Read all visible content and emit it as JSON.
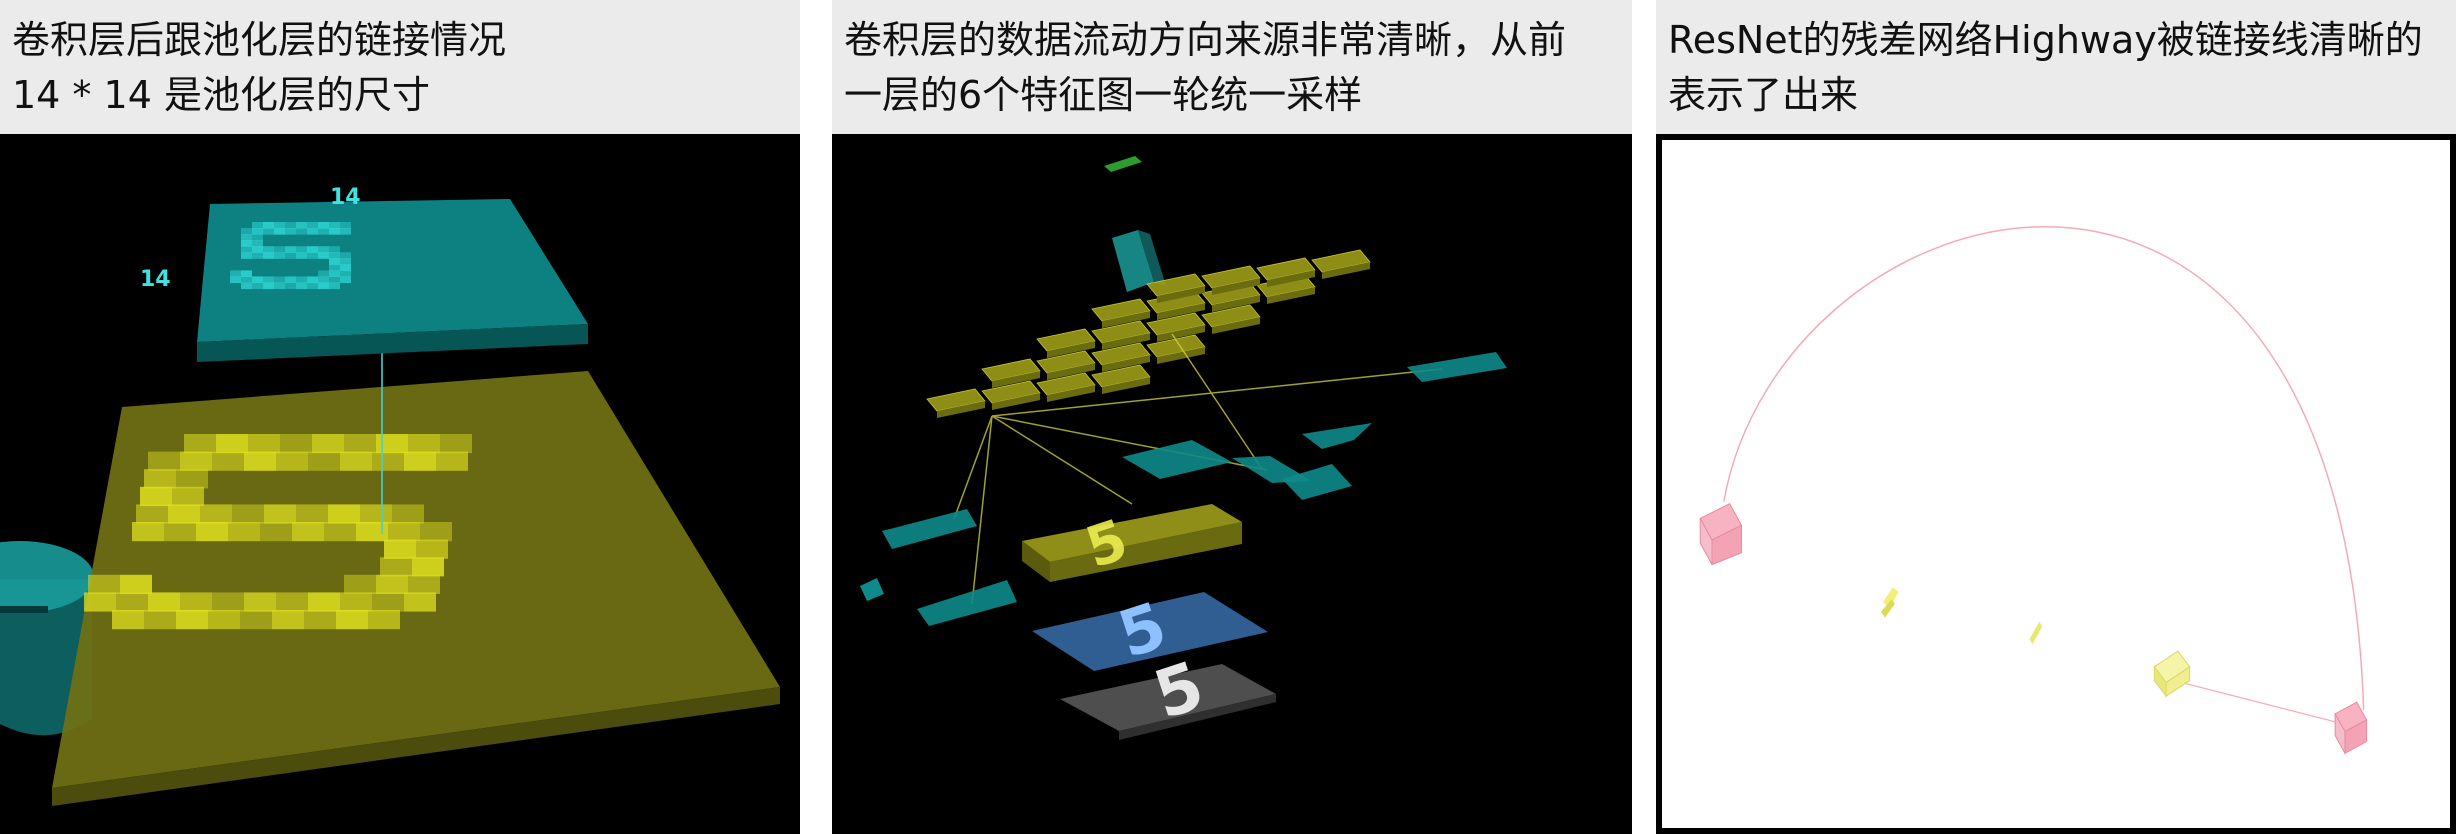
{
  "panels": [
    {
      "caption_lines": [
        "卷积层后跟池化层的链接情况",
        "14 * 14 是池化层的尺寸"
      ],
      "labels": {
        "top_dimension": "14",
        "side_dimension": "14"
      }
    },
    {
      "caption_lines": [
        "卷积层的数据流动方向来源非常清晰，从前",
        "一层的6个特征图一轮统一采样"
      ]
    },
    {
      "caption_lines": [
        "ResNet的残差网络Highway被链接线清晰的",
        "表示了出来"
      ]
    }
  ],
  "colors": {
    "caption_bg": "#ebebeb",
    "viewport_dark": "#000000",
    "pool_layer": "#0e8a8a",
    "pool_pixel": "#2fd7d7",
    "conv_layer": "#7a7a10",
    "conv_pixel": "#e0e020",
    "input_layer": "#5a5a5a",
    "blue_layer": "#3e6fa6",
    "link_line": "#d7d73a",
    "resnet_arc": "#f4a9b8",
    "resnet_box": "#f3a8b7",
    "resnet_yellow": "#f4f39a"
  }
}
